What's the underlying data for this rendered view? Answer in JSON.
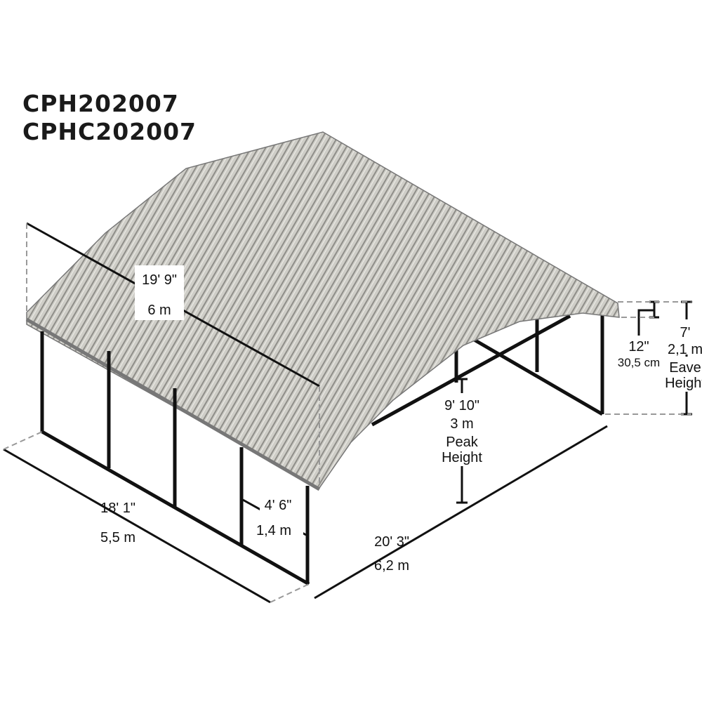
{
  "models": [
    "CPH202007",
    "CPHC202007"
  ],
  "colors": {
    "roof": "#c9c8c2",
    "roof_rib": "#8f8e89",
    "frame": "#111111",
    "dimension": "#111111",
    "guide": "#999999"
  },
  "dimensions": {
    "roof_length": {
      "imperial": "19' 9\"",
      "metric": "6 m"
    },
    "width": {
      "imperial": "18' 1\"",
      "metric": "5,5 m"
    },
    "length": {
      "imperial": "20' 3\"",
      "metric": "6,2 m"
    },
    "peak_height": {
      "imperial": "9' 10\"",
      "metric": "3 m",
      "label_line1": "Peak",
      "label_line2": "Height"
    },
    "eave_height": {
      "imperial": "7'",
      "metric": "2,1 m",
      "label_line1": "Eave",
      "label_line2": "Height"
    },
    "overhang": {
      "imperial": "12\"",
      "metric": "30,5 cm"
    },
    "post_spacing": {
      "imperial": "4' 6\"",
      "metric": "1,4 m"
    }
  }
}
